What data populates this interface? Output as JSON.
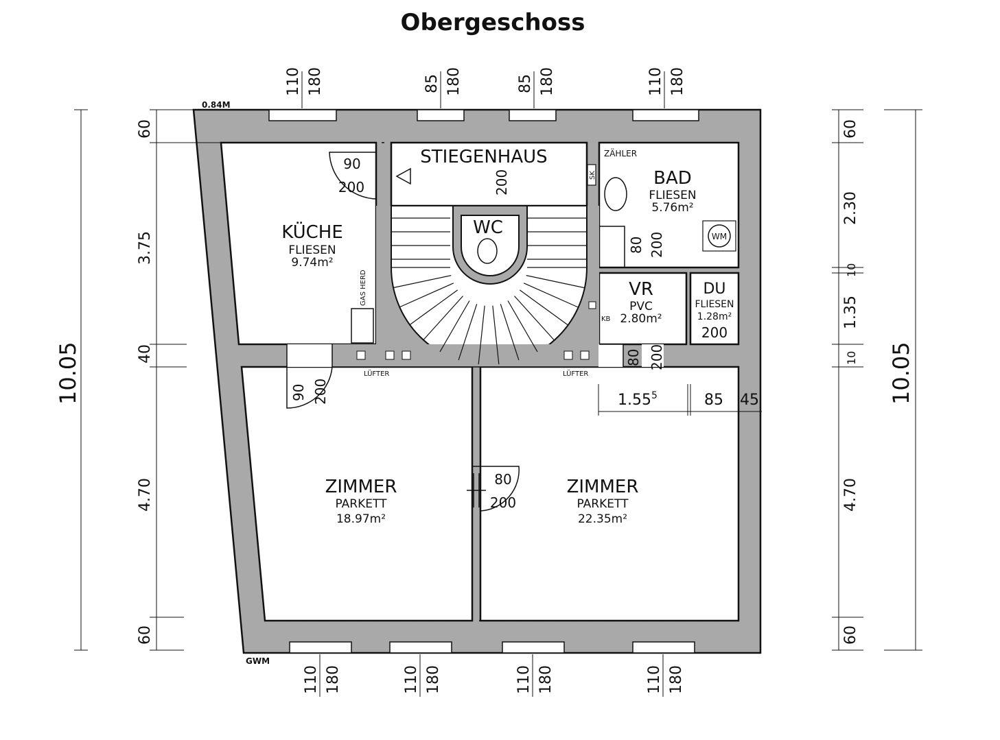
{
  "title": "Obergeschoss",
  "labels": {
    "level_top": "0.84M",
    "level_bottom": "GWM",
    "luefter": "LÜFTER",
    "zaehler": "ZÄHLER",
    "gas_herd": "GAS HERD",
    "wm": "WM",
    "sk": "SK",
    "kb": "KB"
  },
  "rooms": {
    "kueche": {
      "name": "KÜCHE",
      "floor": "FLIESEN",
      "area": "9.74m²"
    },
    "stiegenhaus": {
      "name": "STIEGENHAUS"
    },
    "wc": {
      "name": "WC"
    },
    "bad": {
      "name": "BAD",
      "floor": "FLIESEN",
      "area": "5.76m²"
    },
    "vr": {
      "name": "VR",
      "floor": "PVC",
      "area": "2.80m²"
    },
    "du": {
      "name": "DU",
      "floor": "FLIESEN",
      "area": "1.28m²"
    },
    "zimmer_left": {
      "name": "ZIMMER",
      "floor": "PARKETT",
      "area": "18.97m²"
    },
    "zimmer_right": {
      "name": "ZIMMER",
      "floor": "PARKETT",
      "area": "22.35m²"
    }
  },
  "window_labels": {
    "top": [
      {
        "w": "110",
        "h": "180"
      },
      {
        "w": "85",
        "h": "180"
      },
      {
        "w": "85",
        "h": "180"
      },
      {
        "w": "110",
        "h": "180"
      }
    ],
    "bottom": [
      {
        "w": "110",
        "h": "180"
      },
      {
        "w": "110",
        "h": "180"
      },
      {
        "w": "110",
        "h": "180"
      },
      {
        "w": "110",
        "h": "180"
      }
    ]
  },
  "door_labels": {
    "stiegenhaus": {
      "w": "90",
      "h": "200"
    },
    "stair_wc": {
      "h": "200"
    },
    "bad": {
      "w": "80",
      "h": "200"
    },
    "kueche": {
      "w": "90",
      "h": "200"
    },
    "zimmer": {
      "w": "80",
      "h": "200"
    },
    "vr": {
      "w": "80",
      "h": "200"
    },
    "du": {
      "h": "200"
    }
  },
  "dimensions": {
    "left": [
      "60",
      "3.75",
      "40",
      "4.70",
      "60"
    ],
    "left_total": "10.05",
    "right": [
      "60",
      "2.30",
      "10",
      "1.35",
      "10",
      "4.70",
      "60"
    ],
    "right_total": "10.05",
    "horizontal": {
      "a": "1.55",
      "a_sup": "5",
      "b": "85",
      "c": "45"
    }
  }
}
